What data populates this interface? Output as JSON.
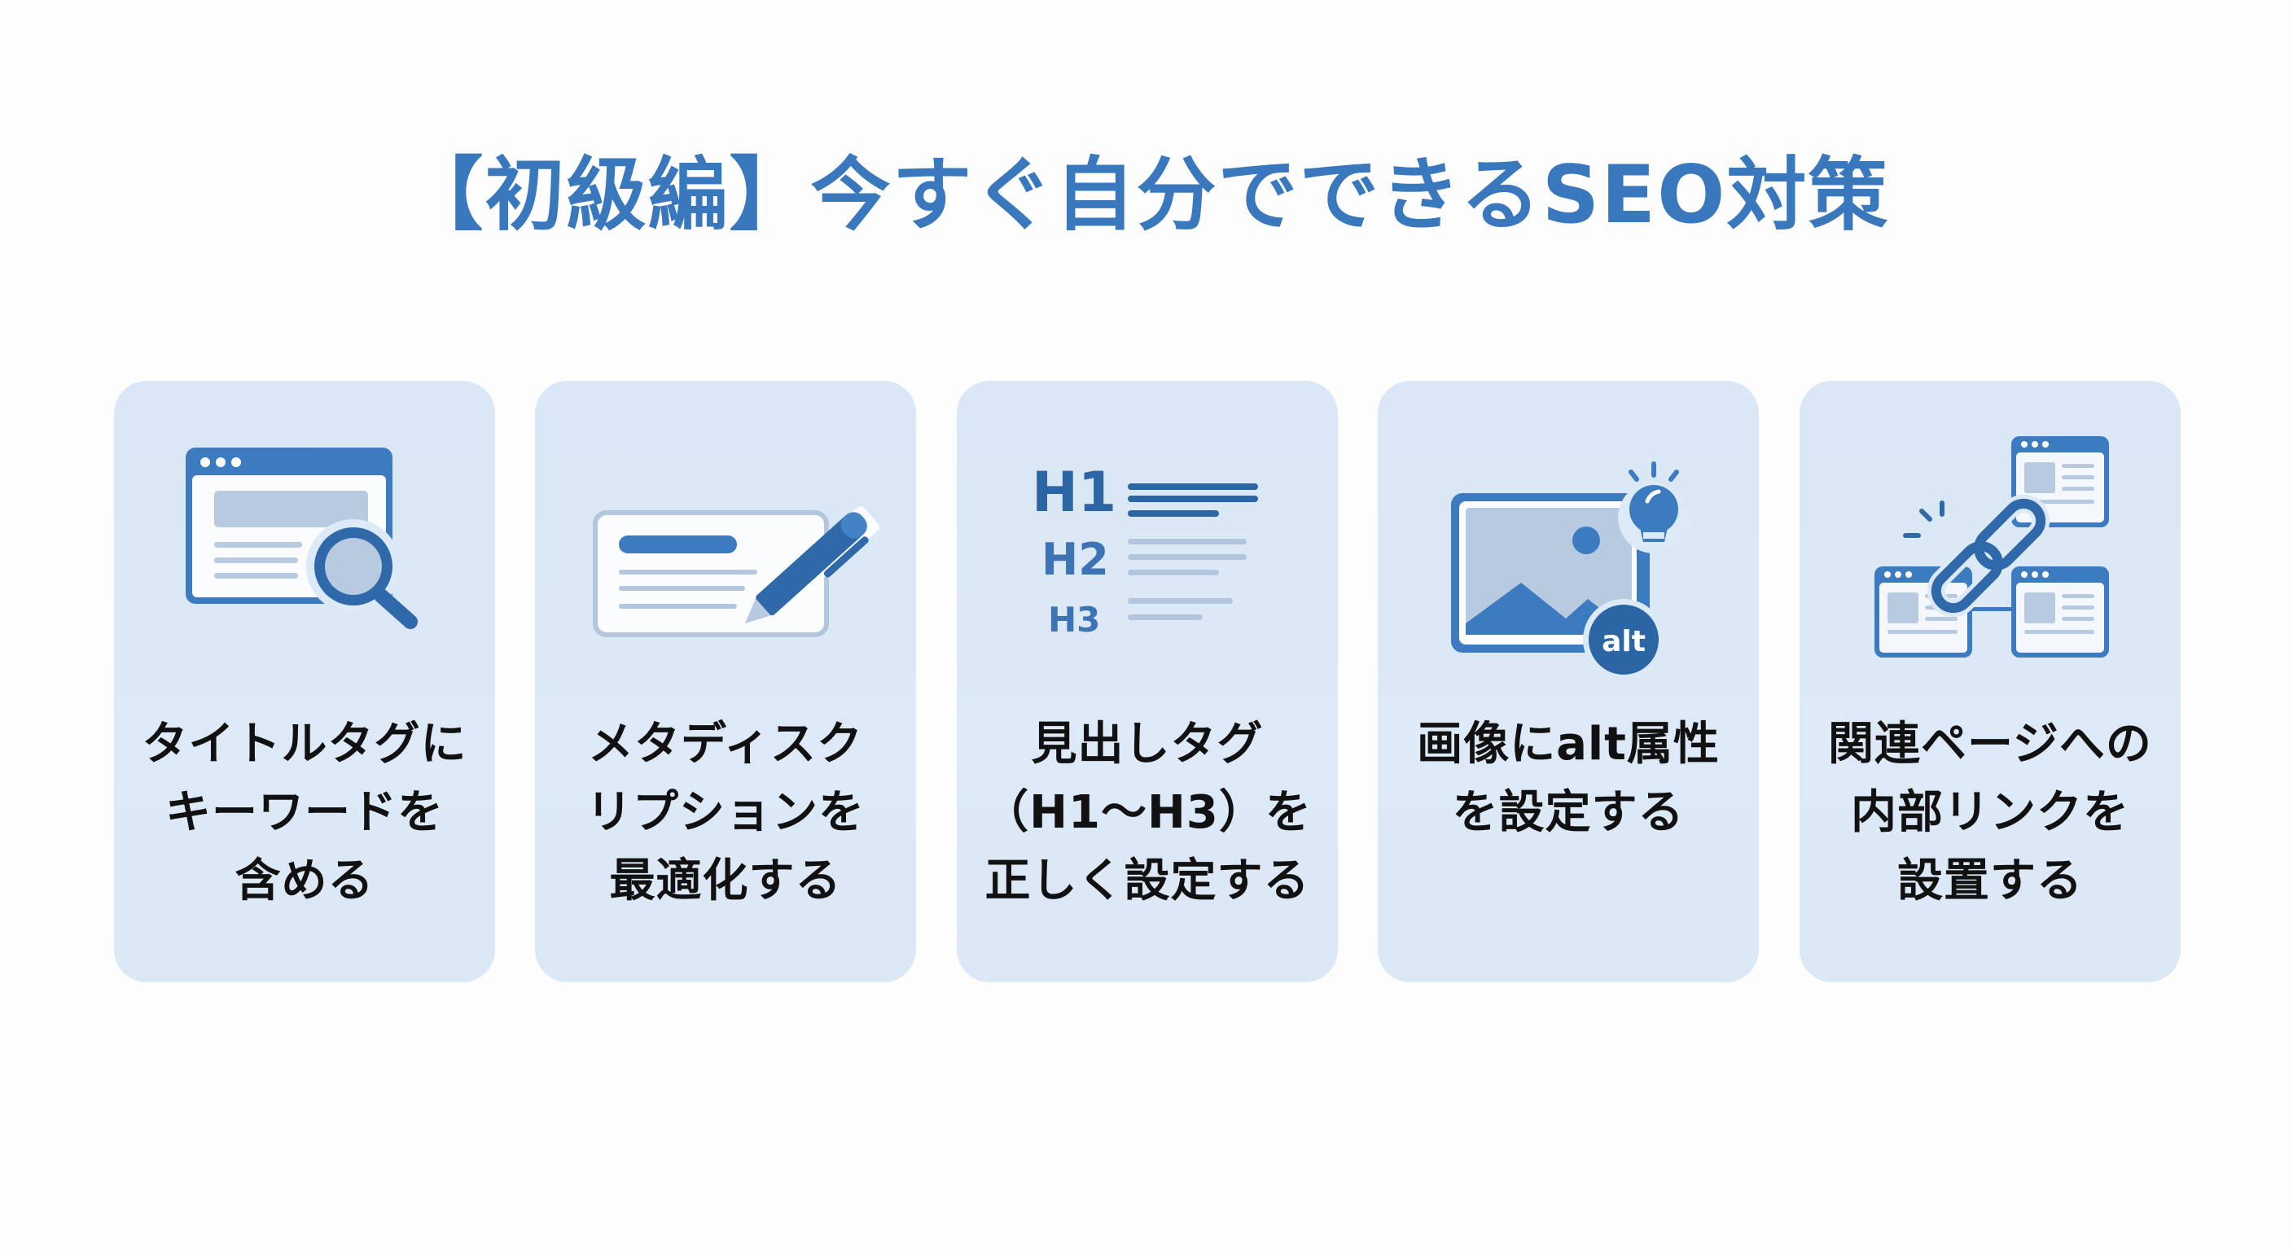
{
  "title": "【初級編】今すぐ自分でできるSEO対策",
  "colors": {
    "accent": "#3a78be",
    "accent_dark": "#2c65a4",
    "muted": "#b3c6de",
    "card_bg": "#dce9f7",
    "text": "#111111",
    "page_bg": "#fdfdfe"
  },
  "cards": [
    {
      "icon": "browser-search-icon",
      "lines": [
        "タイトルタグに",
        "キーワードを",
        "含める"
      ]
    },
    {
      "icon": "meta-description-pen-icon",
      "lines": [
        "メタディスク",
        "リプションを",
        "最適化する"
      ]
    },
    {
      "icon": "heading-tags-icon",
      "icon_labels": [
        "H1",
        "H2",
        "H3"
      ],
      "lines": [
        "見出しタグ",
        "（H1～H3）を",
        "正しく設定する"
      ]
    },
    {
      "icon": "image-alt-icon",
      "icon_labels": [
        "alt"
      ],
      "lines": [
        "画像にalt属性",
        "を設定する"
      ]
    },
    {
      "icon": "internal-link-icon",
      "lines": [
        "関連ページへの",
        "内部リンクを",
        "設置する"
      ]
    }
  ]
}
